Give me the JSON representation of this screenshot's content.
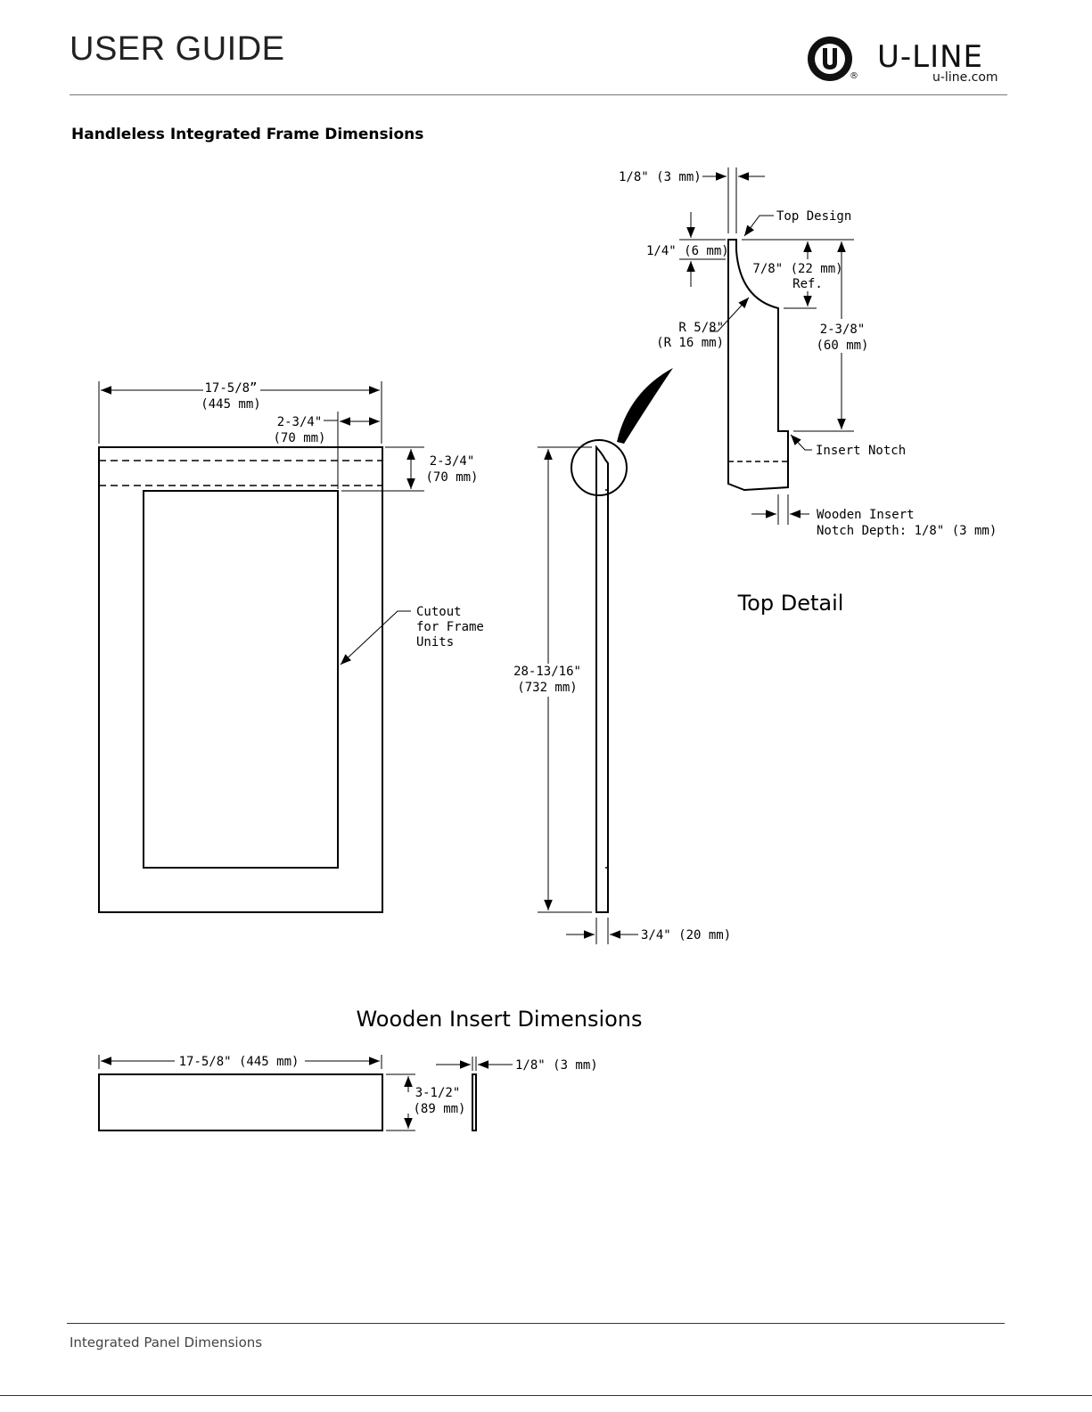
{
  "header": {
    "title": "USER GUIDE",
    "brand": "U-LINE",
    "brand_url": "u-line.com",
    "registered_mark": "®"
  },
  "section": {
    "title": "Handleless Integrated Frame Dimensions"
  },
  "front_view": {
    "width_dim_line1": "17-5/8”",
    "width_dim_line2": "(445 mm)",
    "side_rail_line1": "2-3/4\"",
    "side_rail_line2": "(70 mm)",
    "top_rail_line1": "2-3/4\"",
    "top_rail_line2": "(70 mm)",
    "cutout_line1": "Cutout",
    "cutout_line2": "for Frame",
    "cutout_line3": "Units"
  },
  "side_view": {
    "height_line1": "28-13/16\"",
    "height_line2": "(732 mm)",
    "thickness": "3/4\" (20 mm)"
  },
  "top_detail": {
    "title": "Top Detail",
    "lip_width": "1/8\" (3 mm)",
    "top_design": "Top Design",
    "lip_height": "1/4\" (6 mm)",
    "ref_depth_line1": "7/8\" (22 mm)",
    "ref_depth_line2": "Ref.",
    "radius_line1": "R 5/8\"",
    "radius_line2": "(R 16 mm)",
    "notch_height_line1": "2-3/8\"",
    "notch_height_line2": "(60 mm)",
    "insert_notch": "Insert Notch",
    "notch_depth_line1": "Wooden Insert",
    "notch_depth_line2": "Notch Depth: 1/8\" (3 mm)"
  },
  "wooden_insert": {
    "title": "Wooden Insert Dimensions",
    "width": "17-5/8\" (445 mm)",
    "height_line1": "3-1/2\"",
    "height_line2": "(89 mm)",
    "thickness": "1/8\" (3 mm)"
  },
  "footer": {
    "text": "Integrated Panel Dimensions"
  }
}
